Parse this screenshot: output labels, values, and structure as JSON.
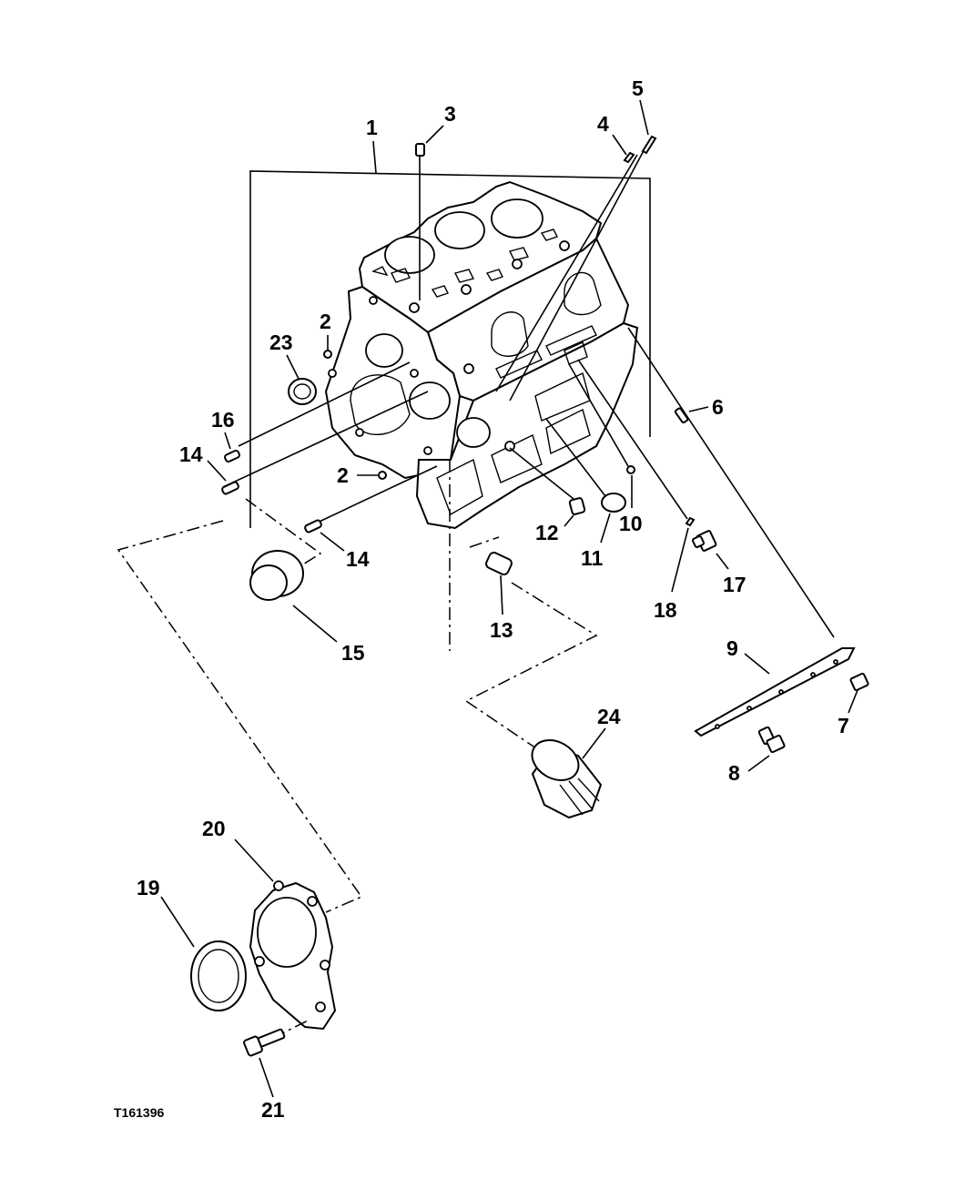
{
  "figure_id": "T161396",
  "callouts": {
    "c1": "1",
    "c2a": "2",
    "c2b": "2",
    "c3": "3",
    "c4": "4",
    "c5": "5",
    "c6": "6",
    "c7": "7",
    "c8": "8",
    "c9": "9",
    "c10": "10",
    "c11": "11",
    "c12": "12",
    "c13": "13",
    "c14a": "14",
    "c14b": "14",
    "c15": "15",
    "c16": "16",
    "c17": "17",
    "c18": "18",
    "c19": "19",
    "c20": "20",
    "c21": "21",
    "c23": "23",
    "c24": "24"
  }
}
